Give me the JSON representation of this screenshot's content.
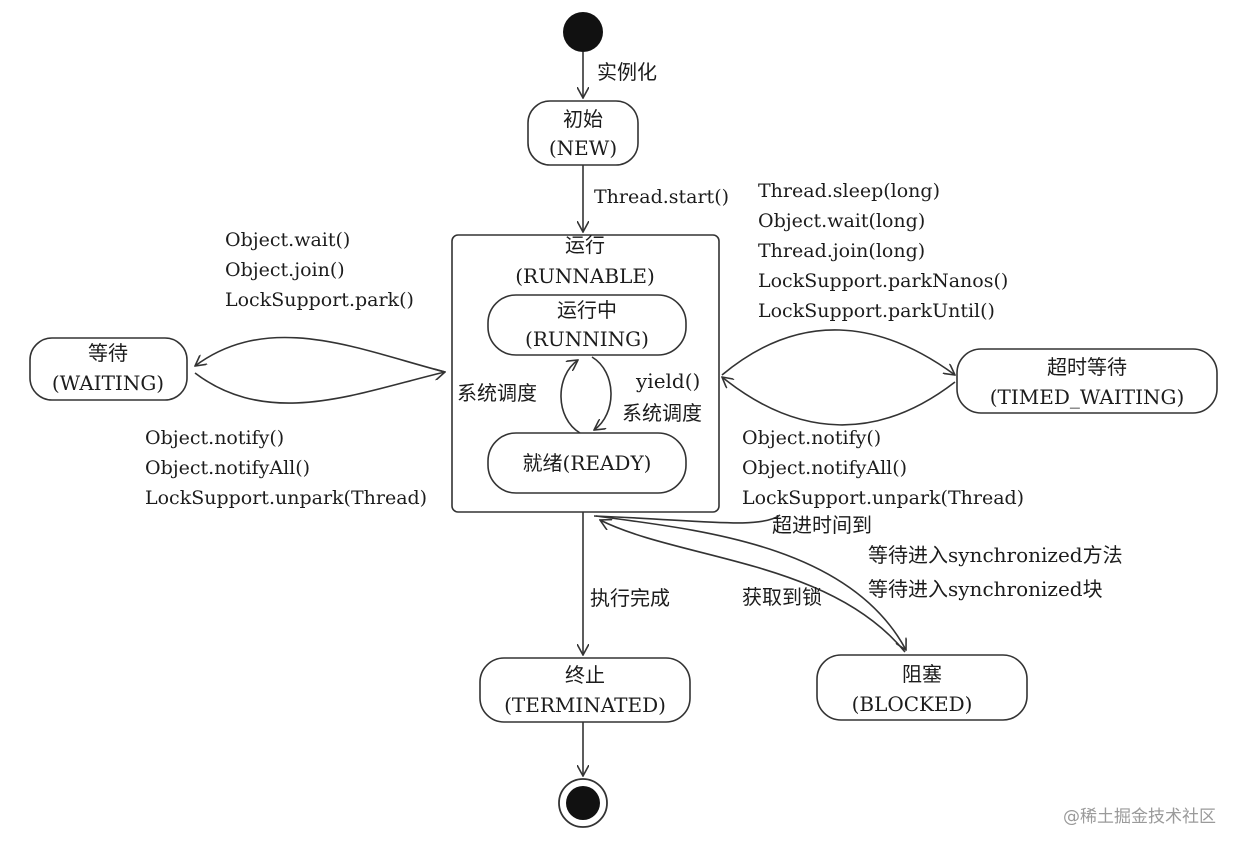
{
  "states": {
    "new": {
      "name": "初始",
      "code": "(NEW)"
    },
    "runnable": {
      "name": "运行",
      "code": "(RUNNABLE)"
    },
    "running": {
      "name": "运行中",
      "code": "(RUNNING)"
    },
    "ready": {
      "label": "就绪(READY)"
    },
    "waiting": {
      "name": "等待",
      "code": "(WAITING)"
    },
    "timed_waiting": {
      "name": "超时等待",
      "code": "(TIMED_WAITING)"
    },
    "terminated": {
      "name": "终止",
      "code": "(TERMINATED)"
    },
    "blocked": {
      "name": "阻塞",
      "code": "(BLOCKED)"
    }
  },
  "transitions": {
    "instantiate": "实例化",
    "start": "Thread.start()",
    "to_waiting": [
      "Object.wait()",
      "Object.join()",
      "LockSupport.park()"
    ],
    "from_waiting": [
      "Object.notify()",
      "Object.notifyAll()",
      "LockSupport.unpark(Thread)"
    ],
    "to_timed_waiting": [
      "Thread.sleep(long)",
      "Object.wait(long)",
      "Thread.join(long)",
      "LockSupport.parkNanos()",
      "LockSupport.parkUntil()"
    ],
    "from_timed_waiting": [
      "Object.notify()",
      "Object.notifyAll()",
      "LockSupport.unpark(Thread)"
    ],
    "timeout": "超进时间到",
    "schedule_left": "系统调度",
    "yield": "yield()",
    "schedule_right": "系统调度",
    "finish": "执行完成",
    "acquire_lock": "获取到锁",
    "to_blocked": [
      "等待进入synchronized方法",
      "等待进入synchronized块"
    ]
  },
  "watermark": "@稀土掘金技术社区"
}
